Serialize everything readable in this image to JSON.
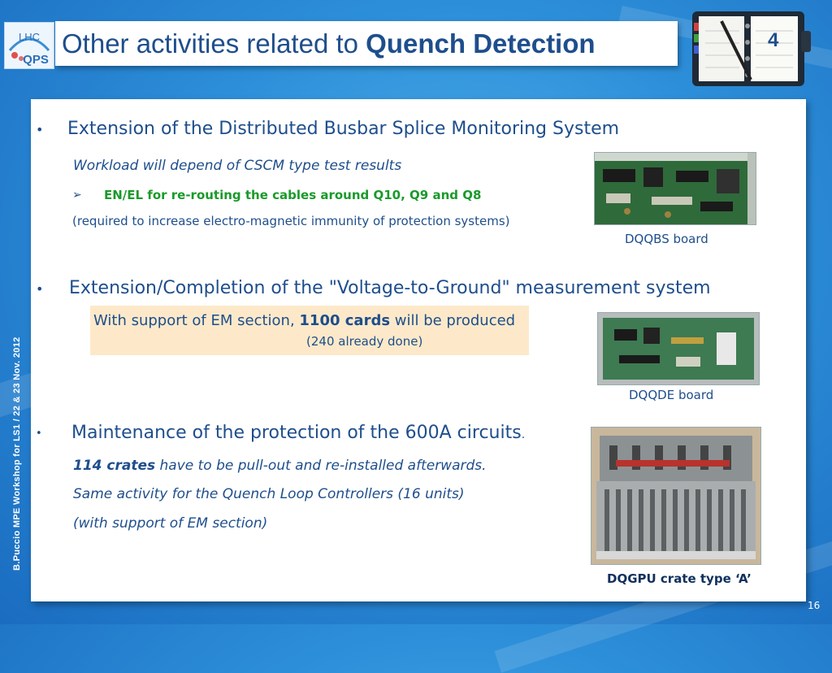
{
  "logo": {
    "text_top": "LHC",
    "text_bottom": "QPS"
  },
  "title": {
    "prefix": "Other activities related to ",
    "bold": "Quench Detection"
  },
  "page_badge": "4",
  "side_text": "B.Puccio  MPE Workshop for LS1 /  22 & 23 Nov. 2012",
  "section1": {
    "heading": "Extension of the Distributed Busbar Splice Monitoring System",
    "workload": "Workload will depend of CSCM type test results",
    "action": "EN/EL  for re-routing the cables around Q10, Q9 and Q8",
    "note": "(required to increase electro-magnetic immunity of protection systems)",
    "image_caption": "DQQBS board"
  },
  "section2": {
    "heading": "Extension/Completion of the \"Voltage-to-Ground\" measurement system",
    "support_prefix": "With support of EM section, ",
    "support_bold": "1100 cards",
    "support_suffix": " will be produced",
    "already_done": "(240 already done)",
    "image_caption": "DQQDE board"
  },
  "section3": {
    "heading": "Maintenance of the protection of the 600A circuits",
    "heading_end": ".",
    "crates_bold": "114 crates",
    "crates_rest": " have to be pull-out and re-installed afterwards.",
    "same_activity": "Same activity for the Quench Loop Controllers (16 units)",
    "support": "(with support of EM section)",
    "image_caption": "DQGPU crate  type ‘A’"
  },
  "bullet_glyph": "•",
  "arrow_glyph": "➢",
  "slide_number": "16",
  "colors": {
    "title_blue": "#1e4e8c",
    "green": "#1a9a2a",
    "highlight": "#fde9c9",
    "background": "#2d8fd9"
  }
}
